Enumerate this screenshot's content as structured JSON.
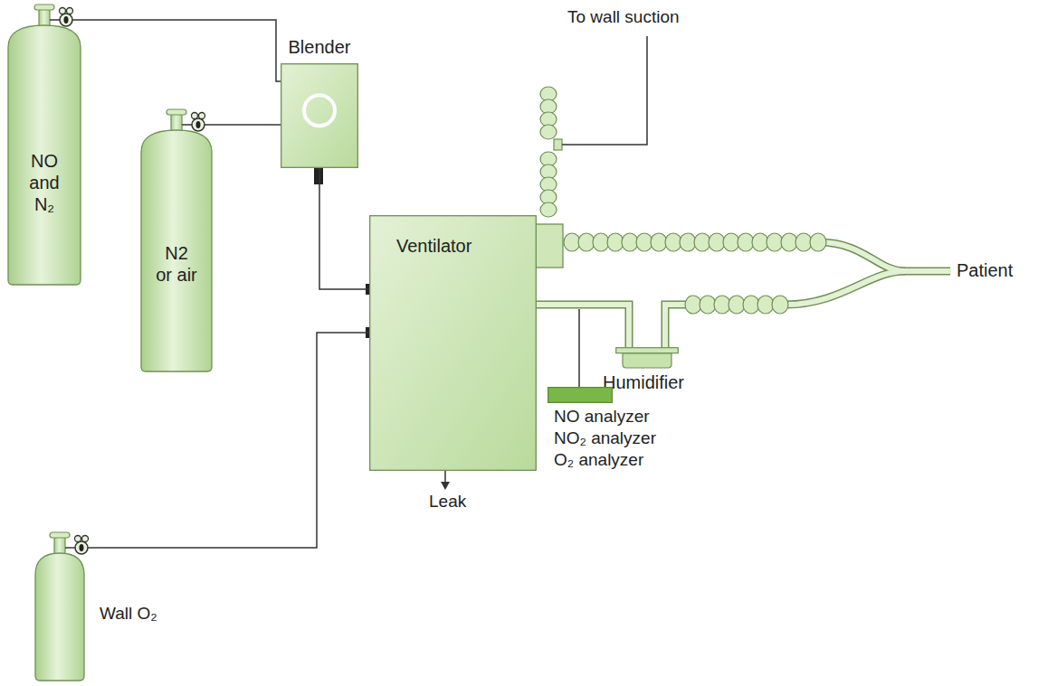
{
  "diagram": {
    "nodes": [
      {
        "text": [
          "NO and N₂"
        ]
      },
      {
        "text": [
          "N2 or air"
        ]
      },
      {
        "text": [
          "Blender"
        ]
      },
      {
        "text": [
          "Ventilator"
        ]
      },
      {
        "text": [
          "Humidifier"
        ]
      },
      {
        "text": [
          "NO analyzer",
          "NO₂ analyzer",
          "O₂ analyzer"
        ]
      },
      {
        "text": [
          "Wall O₂"
        ]
      }
    ],
    "edges": [
      {
        "from": 0,
        "to": 2,
        "arrow": "none"
      },
      {
        "from": 1,
        "to": 2,
        "arrow": "none"
      },
      {
        "from": 2,
        "to": 3,
        "arrow": "none"
      },
      {
        "from": 6,
        "to": 3,
        "arrow": "none"
      },
      {
        "from": 3,
        "to": 4,
        "arrow": "none"
      }
    ],
    "labels": [
      "To wall suction",
      "Patient",
      "Leak"
    ]
  }
}
